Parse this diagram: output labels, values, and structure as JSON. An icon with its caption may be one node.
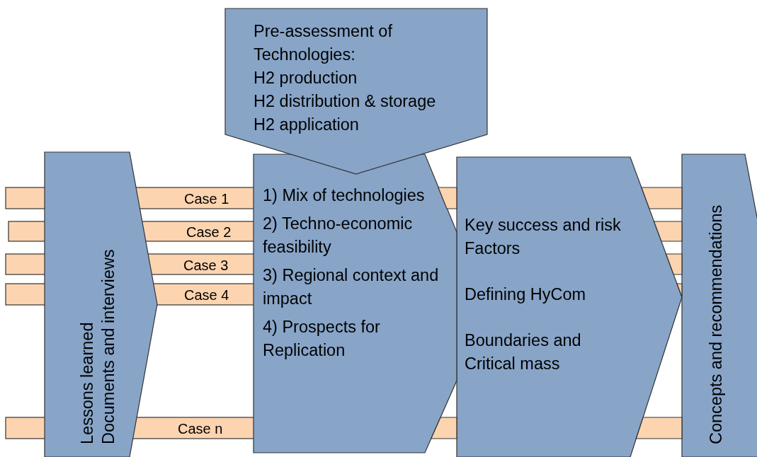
{
  "diagram": {
    "nodes": [
      {
        "text": [
          "Pre-assessment of Technologies:",
          "H2 production",
          "H2 distribution & storage",
          "H2 application"
        ]
      },
      {
        "text": [
          "Lessons learned",
          "Documents and interviews"
        ]
      },
      {
        "text": [
          "Case 1"
        ]
      },
      {
        "text": [
          "Case 2"
        ]
      },
      {
        "text": [
          "Case 3"
        ]
      },
      {
        "text": [
          "Case 4"
        ]
      },
      {
        "text": [
          "Case n"
        ]
      },
      {
        "text": [
          "1) Mix of technologies",
          "2) Techno-economic feasibility",
          "3) Regional context and impact",
          "4) Prospects for Replication"
        ]
      },
      {
        "text": [
          "Key success and risk Factors",
          "Defining HyCom",
          "Boundaries and Critical mass"
        ]
      },
      {
        "text": [
          "Concepts and recommendations"
        ]
      },
      {
        "text": [],
        "shape": "bar"
      },
      {
        "text": [],
        "shape": "bar"
      },
      {
        "text": [],
        "shape": "bar"
      },
      {
        "text": [],
        "shape": "bar"
      },
      {
        "text": [],
        "shape": "bar"
      },
      {
        "text": [],
        "shape": "bar"
      },
      {
        "text": [],
        "shape": "bar"
      }
    ]
  }
}
